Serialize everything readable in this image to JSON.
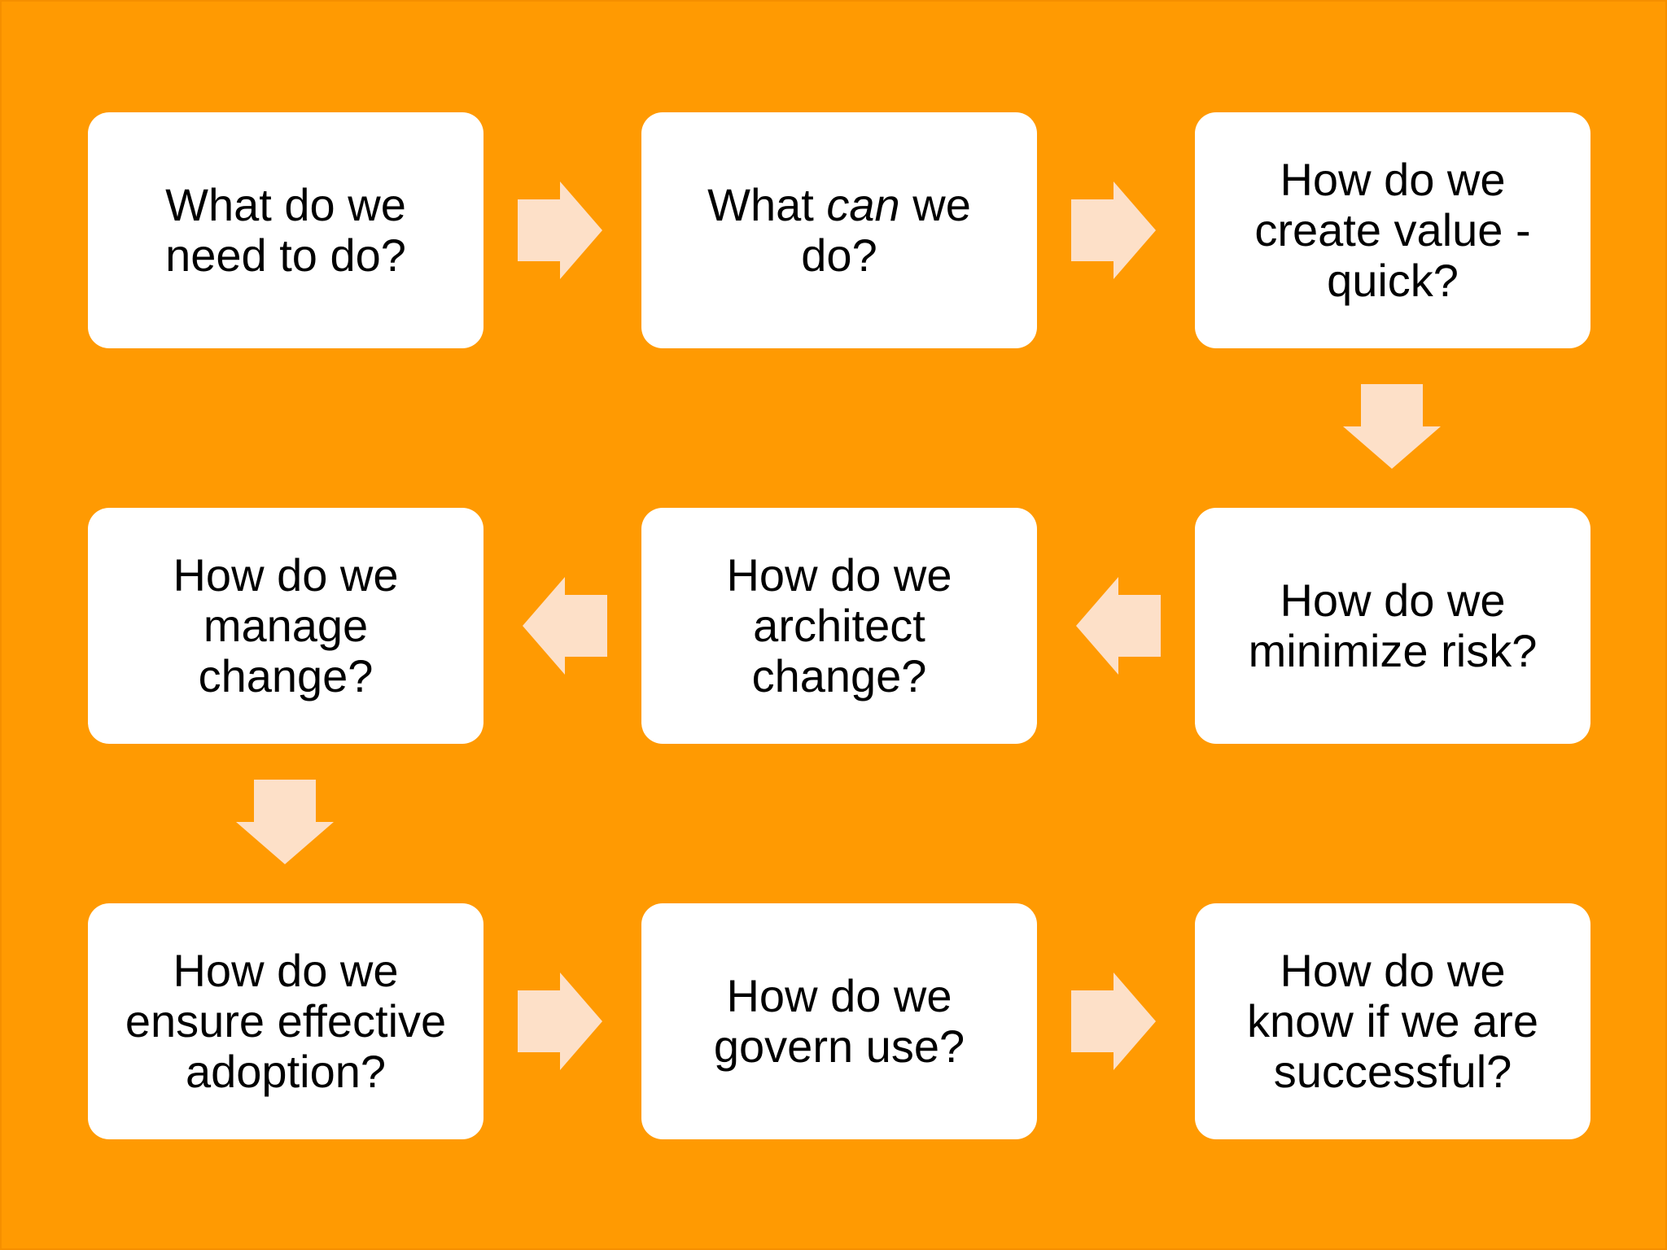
{
  "colors": {
    "background": "#ff9a02",
    "box_fill": "#ffffff",
    "arrow_fill": "#fde0c8",
    "text": "#000000"
  },
  "boxes": [
    {
      "lines": [
        "What do we",
        "need to do?"
      ]
    },
    {
      "line1_prefix": "What ",
      "line1_emphasis": "can",
      "line1_suffix": " we",
      "line2": "do?"
    },
    {
      "lines": [
        "How do we",
        "create value -",
        "quick?"
      ]
    },
    {
      "lines": [
        "How do we",
        "minimize risk?"
      ]
    },
    {
      "lines": [
        "How do we",
        "architect",
        "change?"
      ]
    },
    {
      "lines": [
        "How do we",
        "manage",
        "change?"
      ]
    },
    {
      "lines": [
        "How do we",
        "ensure effective",
        "adoption?"
      ]
    },
    {
      "lines": [
        "How do we",
        "govern use?"
      ]
    },
    {
      "lines": [
        "How do we",
        "know if we are",
        "successful?"
      ]
    }
  ],
  "arrows": [
    {
      "from": 1,
      "to": 2,
      "direction": "right"
    },
    {
      "from": 2,
      "to": 3,
      "direction": "right"
    },
    {
      "from": 3,
      "to": 4,
      "direction": "down"
    },
    {
      "from": 4,
      "to": 5,
      "direction": "left"
    },
    {
      "from": 5,
      "to": 6,
      "direction": "left"
    },
    {
      "from": 6,
      "to": 7,
      "direction": "down"
    },
    {
      "from": 7,
      "to": 8,
      "direction": "right"
    },
    {
      "from": 8,
      "to": 9,
      "direction": "right"
    }
  ]
}
